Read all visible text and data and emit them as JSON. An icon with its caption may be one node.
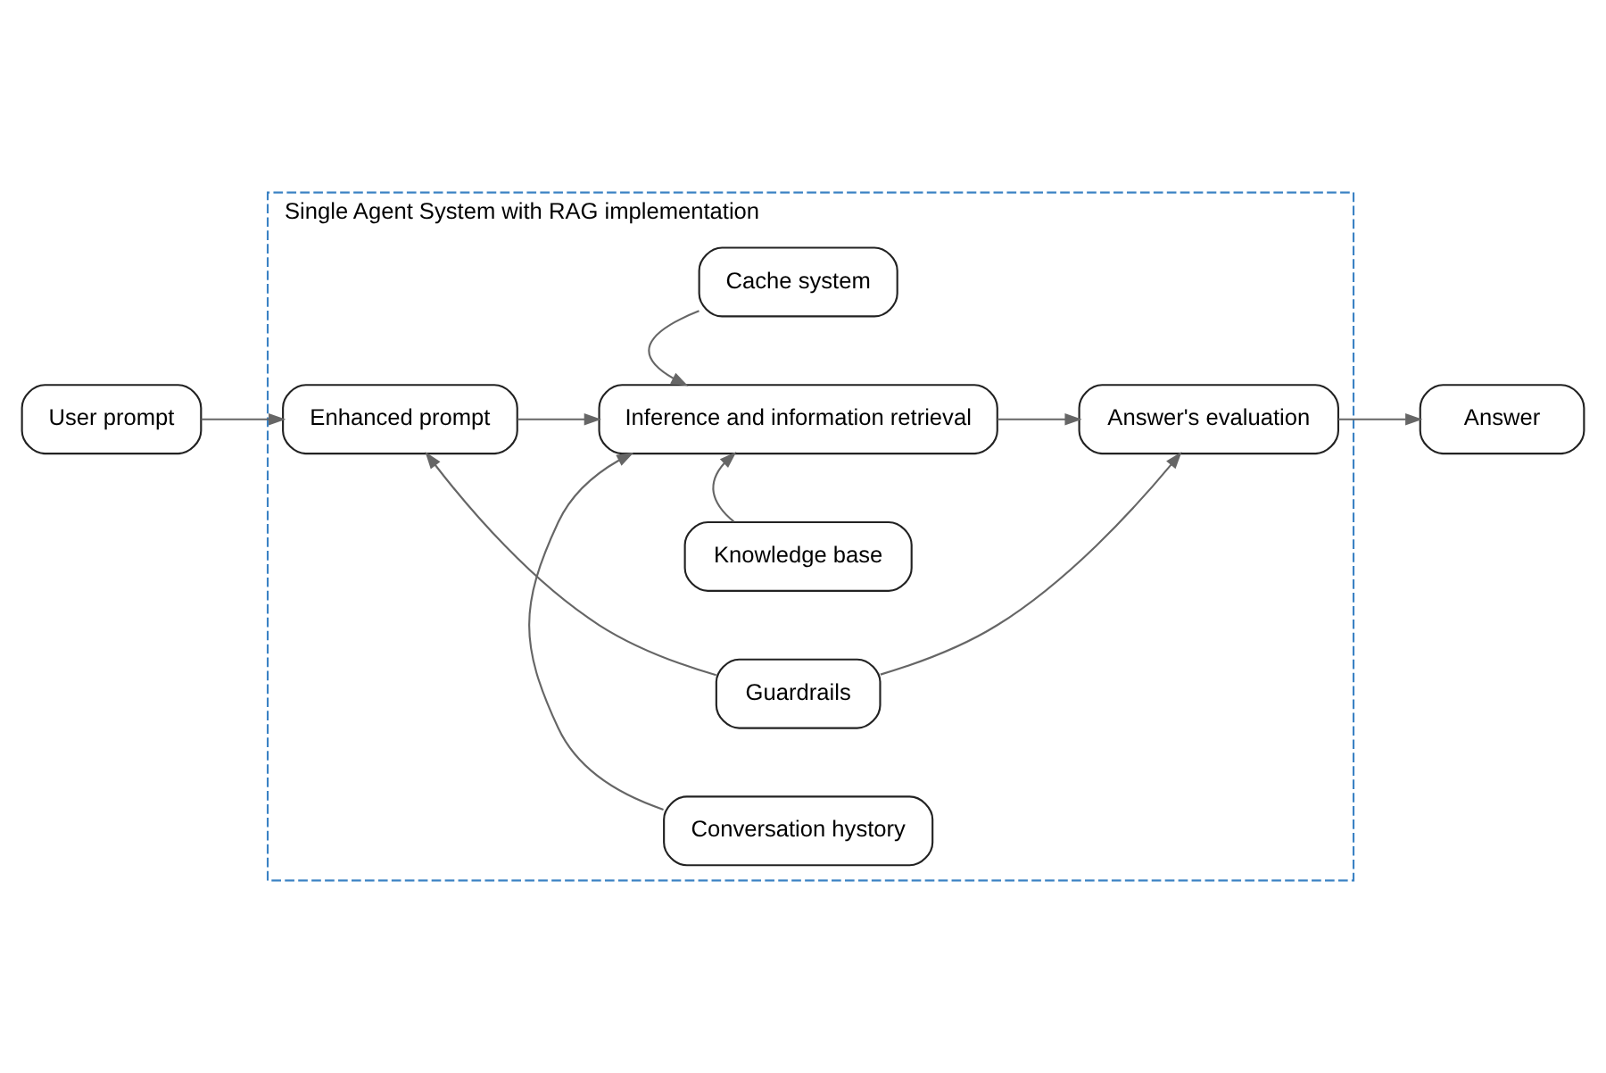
{
  "diagram": {
    "nodes": [
      {
        "text": [
          "Single Agent System with RAG implementation"
        ]
      },
      {
        "text": [
          "User prompt"
        ]
      },
      {
        "text": [
          "Guardrails"
        ],
        "in": 0
      },
      {
        "text": [
          "Knowledge base"
        ],
        "in": 0
      },
      {
        "text": [
          "Enhanced prompt"
        ],
        "in": 0
      },
      {
        "text": [
          "Inference and information retrieval"
        ],
        "in": 0
      },
      {
        "text": [
          "Answer's evaluation"
        ],
        "in": 0
      },
      {
        "text": [
          "Cache system"
        ],
        "in": 0
      },
      {
        "text": [
          "Conversation hystory"
        ],
        "in": 0
      },
      {
        "text": [
          "Answer"
        ]
      }
    ],
    "edges": [
      {
        "from": 1,
        "to": 4,
        "arrow": "to"
      },
      {
        "from": 4,
        "to": 5,
        "arrow": "to"
      },
      {
        "from": 5,
        "to": 6,
        "arrow": "to"
      },
      {
        "from": 6,
        "to": 9,
        "arrow": "to"
      },
      {
        "from": 2,
        "to": 4,
        "arrow": "to"
      },
      {
        "from": 2,
        "to": 6,
        "arrow": "to"
      },
      {
        "from": 3,
        "to": 5,
        "arrow": "to"
      },
      {
        "from": 7,
        "to": 5,
        "arrow": "to"
      },
      {
        "from": 8,
        "to": 5,
        "arrow": "to"
      }
    ]
  }
}
